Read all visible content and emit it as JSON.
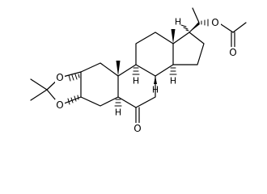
{
  "atom_labels": {
    "o_dioxolane_top": "O",
    "o_dioxolane_bottom": "O",
    "o_ketone": "O",
    "o_ester": "O",
    "o_carbonyl": "O",
    "h_c5": "H",
    "h_c8": "H",
    "h_c9": "H",
    "h_c14": "H",
    "h_c17": "H"
  }
}
